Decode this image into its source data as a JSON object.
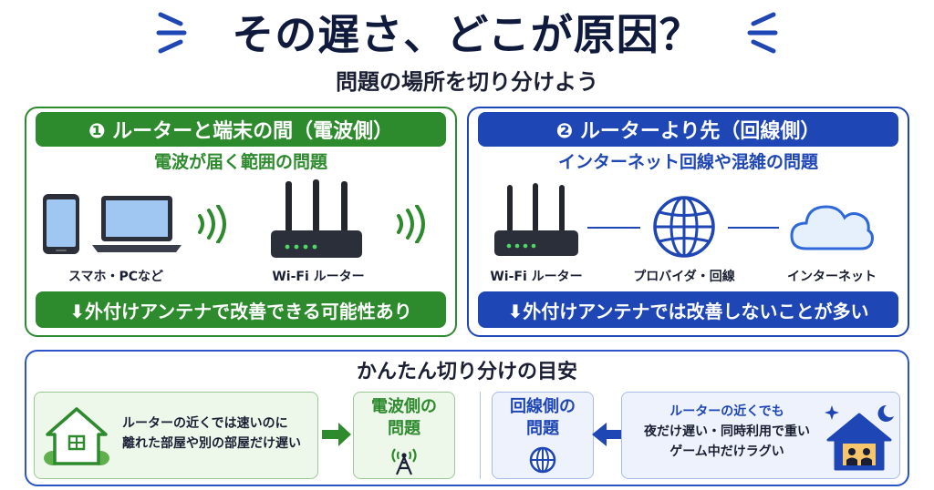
{
  "header": {
    "title": "その遅さ、どこが原因？",
    "subtitle": "問題の場所を切り分けよう"
  },
  "panel_left": {
    "header": "❶ ルーターと端末の間（電波側）",
    "subheading": "電波が届く範囲の問題",
    "device_label": "スマホ・PCなど",
    "router_label": "Wi-Fi ルーター",
    "footer": "⬇外付けアンテナで改善できる可能性あり"
  },
  "panel_right": {
    "header": "❷ ルーターより先（回線側）",
    "subheading": "インターネット回線や混雑の問題",
    "router_label": "Wi-Fi ルーター",
    "provider_label": "プロバイダ・回線",
    "internet_label": "インターネット",
    "footer": "⬇外付けアンテナでは改善しないことが多い"
  },
  "guide": {
    "title": "かんたん切り分けの目安",
    "left_case_line1": "ルーターの近くでは速いのに",
    "left_case_line2": "離れた部屋や別の部屋だけ遅い",
    "left_result_line1": "電波側の",
    "left_result_line2": "問題",
    "right_result_line1": "回線側の",
    "right_result_line2": "問題",
    "right_case_line1": "ルーターの近くでも",
    "right_case_line2": "夜だけ遅い・同時利用で重い",
    "right_case_line3": "ゲーム中だけラグい"
  },
  "colors": {
    "green": "#2d8a2d",
    "blue": "#1e46b4",
    "navy": "#0f1a3c"
  },
  "icons": [
    "smartphone-icon",
    "laptop-icon",
    "wifi-wave-icon",
    "router-icon",
    "globe-icon",
    "cloud-icon",
    "house-icon",
    "antenna-icon",
    "night-house-icon",
    "arrow-right-icon",
    "arrow-left-icon"
  ]
}
